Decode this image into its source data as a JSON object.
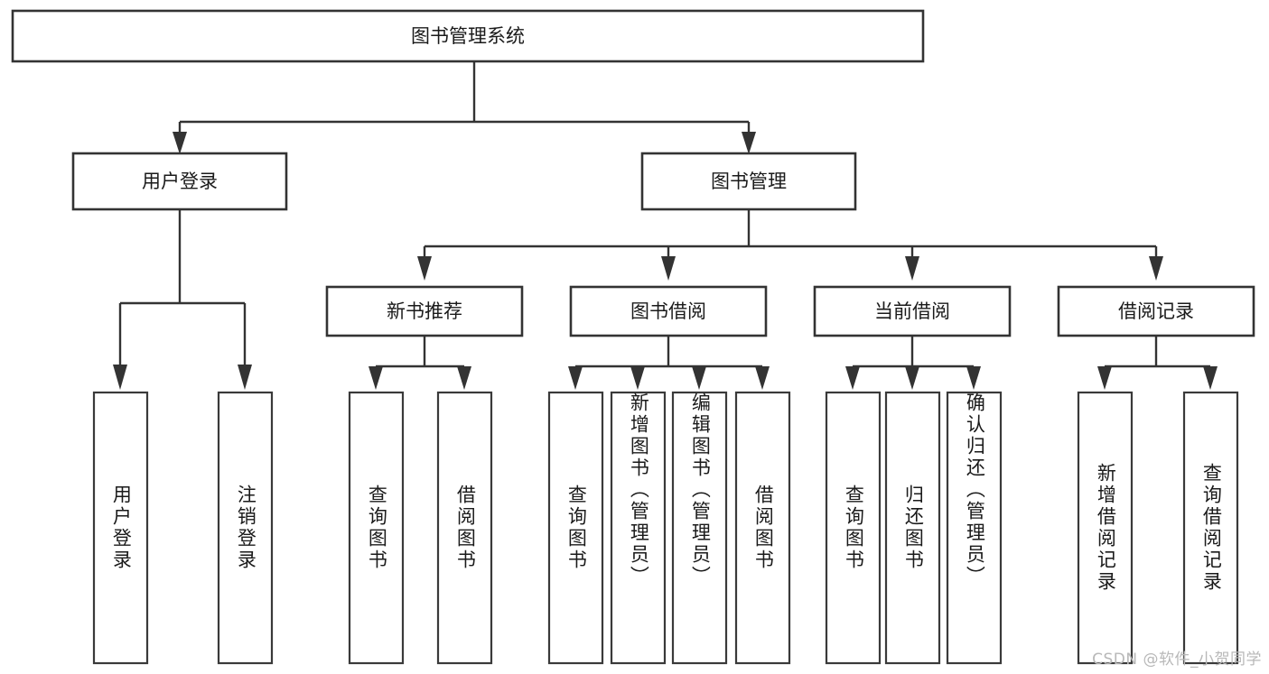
{
  "diagram": {
    "title": "图书管理系统",
    "type": "hierarchy-tree",
    "root": {
      "id": "root",
      "label": "图书管理系统"
    },
    "level2": [
      {
        "id": "user-login",
        "label": "用户登录"
      },
      {
        "id": "book-manage",
        "label": "图书管理"
      }
    ],
    "level3": [
      {
        "id": "new-book-recommend",
        "label": "新书推荐"
      },
      {
        "id": "book-borrow",
        "label": "图书借阅"
      },
      {
        "id": "current-borrow",
        "label": "当前借阅"
      },
      {
        "id": "borrow-record",
        "label": "借阅记录"
      }
    ],
    "leaves": {
      "user_login": [
        {
          "id": "leaf-user-login",
          "label": "用户登录"
        },
        {
          "id": "leaf-logout-login",
          "label": "注销登录"
        }
      ],
      "new_book_recommend": [
        {
          "id": "leaf-query-book-1",
          "label": "查询图书"
        },
        {
          "id": "leaf-borrow-book-1",
          "label": "借阅图书"
        }
      ],
      "book_borrow": [
        {
          "id": "leaf-query-book-2",
          "label": "查询图书"
        },
        {
          "id": "leaf-add-book",
          "label": "新增图书（管理员）"
        },
        {
          "id": "leaf-edit-book",
          "label": "编辑图书（管理员）"
        },
        {
          "id": "leaf-borrow-book-2",
          "label": "借阅图书"
        }
      ],
      "current_borrow": [
        {
          "id": "leaf-query-book-3",
          "label": "查询图书"
        },
        {
          "id": "leaf-return-book",
          "label": "归还图书"
        },
        {
          "id": "leaf-confirm-return",
          "label": "确认归还（管理员）"
        }
      ],
      "borrow_record": [
        {
          "id": "leaf-add-record",
          "label": "新增借阅记录"
        },
        {
          "id": "leaf-query-record",
          "label": "查询借阅记录"
        }
      ]
    }
  },
  "watermark": {
    "text": "CSDN @软件_小贺同学"
  },
  "colors": {
    "background": "#ffffff",
    "box_fill": "#ffffff",
    "box_stroke": "#333333",
    "text": "#1a1a1a",
    "watermark": "#b8b8b8"
  }
}
